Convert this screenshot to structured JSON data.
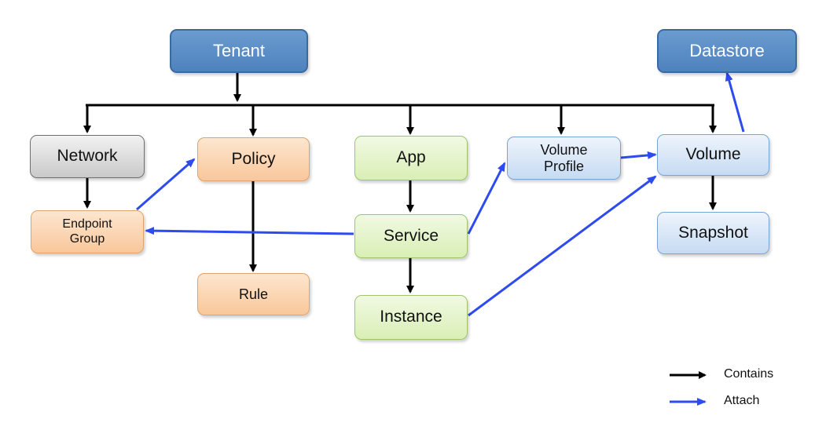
{
  "nodes": {
    "tenant": "Tenant",
    "datastore": "Datastore",
    "network": "Network",
    "policy": "Policy",
    "app": "App",
    "volume_profile_line1": "Volume",
    "volume_profile_line2": "Profile",
    "volume": "Volume",
    "endpoint_group_line1": "Endpoint",
    "endpoint_group_line2": "Group",
    "service": "Service",
    "snapshot": "Snapshot",
    "rule": "Rule",
    "instance": "Instance"
  },
  "legend": {
    "contains": "Contains",
    "attach": "Attach"
  },
  "colors": {
    "contains_edge": "#000000",
    "attach_edge": "#2e4bef",
    "dark_blue": "#4f82bd",
    "orange": "#f9c79b",
    "green": "#d9efb5",
    "light_blue": "#c6dbf3",
    "gray": "#c9c9c9"
  },
  "edges": {
    "contains": [
      [
        "tenant",
        "network"
      ],
      [
        "tenant",
        "policy"
      ],
      [
        "tenant",
        "app"
      ],
      [
        "tenant",
        "volume_profile"
      ],
      [
        "tenant",
        "volume"
      ],
      [
        "network",
        "endpoint_group"
      ],
      [
        "policy",
        "rule"
      ],
      [
        "app",
        "service"
      ],
      [
        "service",
        "instance"
      ],
      [
        "volume",
        "snapshot"
      ]
    ],
    "attach": [
      [
        "endpoint_group",
        "policy"
      ],
      [
        "service",
        "endpoint_group"
      ],
      [
        "service",
        "volume_profile"
      ],
      [
        "volume_profile",
        "volume"
      ],
      [
        "instance",
        "volume"
      ],
      [
        "volume",
        "datastore"
      ]
    ]
  }
}
